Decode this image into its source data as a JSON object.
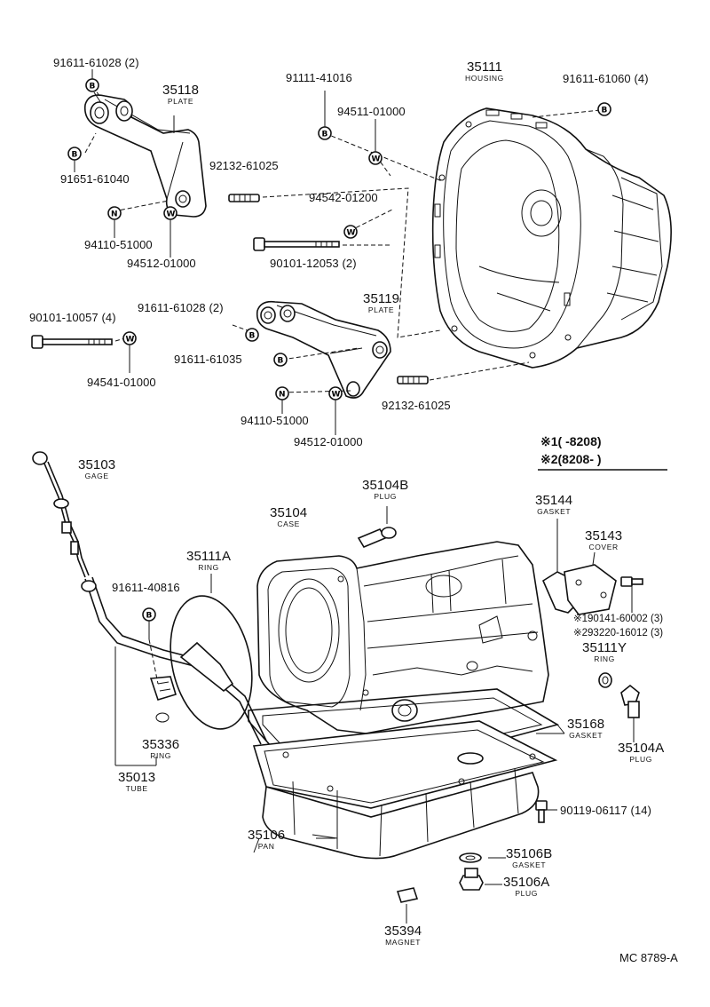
{
  "parts": {
    "bolt_91611_61028_top": {
      "number": "91611-61028 (2)"
    },
    "plate_35118": {
      "number": "35118",
      "name": "PLATE"
    },
    "bolt_91651_61040": {
      "number": "91651-61040"
    },
    "nut_94110_51000_top": {
      "number": "94110-51000"
    },
    "washer_94512_01000_top": {
      "number": "94512-01000"
    },
    "bolt_91111_41016": {
      "number": "91111-41016"
    },
    "washer_94511_01000": {
      "number": "94511-01000"
    },
    "housing_35111": {
      "number": "35111",
      "name": "HOUSING"
    },
    "bolt_91611_61060": {
      "number": "91611-61060 (4)"
    },
    "stud_92132_61025_top": {
      "number": "92132-61025"
    },
    "washer_94542_01200": {
      "number": "94542-01200"
    },
    "bolt_90101_12053": {
      "number": "90101-12053 (2)"
    },
    "bolt_90101_10057": {
      "number": "90101-10057 (4)"
    },
    "bolt_91611_61028_mid": {
      "number": "91611-61028 (2)"
    },
    "plate_35119": {
      "number": "35119",
      "name": "PLATE"
    },
    "washer_94541_01000": {
      "number": "94541-01000"
    },
    "bolt_91611_61035": {
      "number": "91611-61035"
    },
    "stud_92132_61025_mid": {
      "number": "92132-61025"
    },
    "nut_94110_51000_mid": {
      "number": "94110-51000"
    },
    "washer_94512_01000_mid": {
      "number": "94512-01000"
    },
    "gage_35103": {
      "number": "35103",
      "name": "GAGE"
    },
    "plug_35104B": {
      "number": "35104B",
      "name": "PLUG"
    },
    "case_35104": {
      "number": "35104",
      "name": "CASE"
    },
    "gasket_35144": {
      "number": "35144",
      "name": "GASKET"
    },
    "cover_35143": {
      "number": "35143",
      "name": "COVER"
    },
    "ring_35111A": {
      "number": "35111A",
      "name": "RING"
    },
    "bolt_91611_40816": {
      "number": "91611-40816"
    },
    "bolt_90141_60002": {
      "number": "※190141-60002 (3)"
    },
    "bolt_293220_16012": {
      "number": "※293220-16012 (3)"
    },
    "ring_35111Y": {
      "number": "35111Y",
      "name": "RING"
    },
    "plug_35104A": {
      "number": "35104A",
      "name": "PLUG"
    },
    "gasket_35168": {
      "number": "35168",
      "name": "GASKET"
    },
    "ring_35336": {
      "number": "35336",
      "name": "RING"
    },
    "tube_35013": {
      "number": "35013",
      "name": "TUBE"
    },
    "bolt_90119_06117": {
      "number": "90119-06117 (14)"
    },
    "pan_35106": {
      "number": "35106",
      "name": "PAN"
    },
    "gasket_35106B": {
      "number": "35106B",
      "name": "GASKET"
    },
    "plug_35106A": {
      "number": "35106A",
      "name": "PLUG"
    },
    "magnet_35394": {
      "number": "35394",
      "name": "MAGNET"
    }
  },
  "notes": {
    "note1": "※1(      -8208)",
    "note2": "※2(8208-        )"
  },
  "symbols": {
    "bolt": "B",
    "washer": "W",
    "nut": "N"
  },
  "drawing_code": "MC  8789-A"
}
